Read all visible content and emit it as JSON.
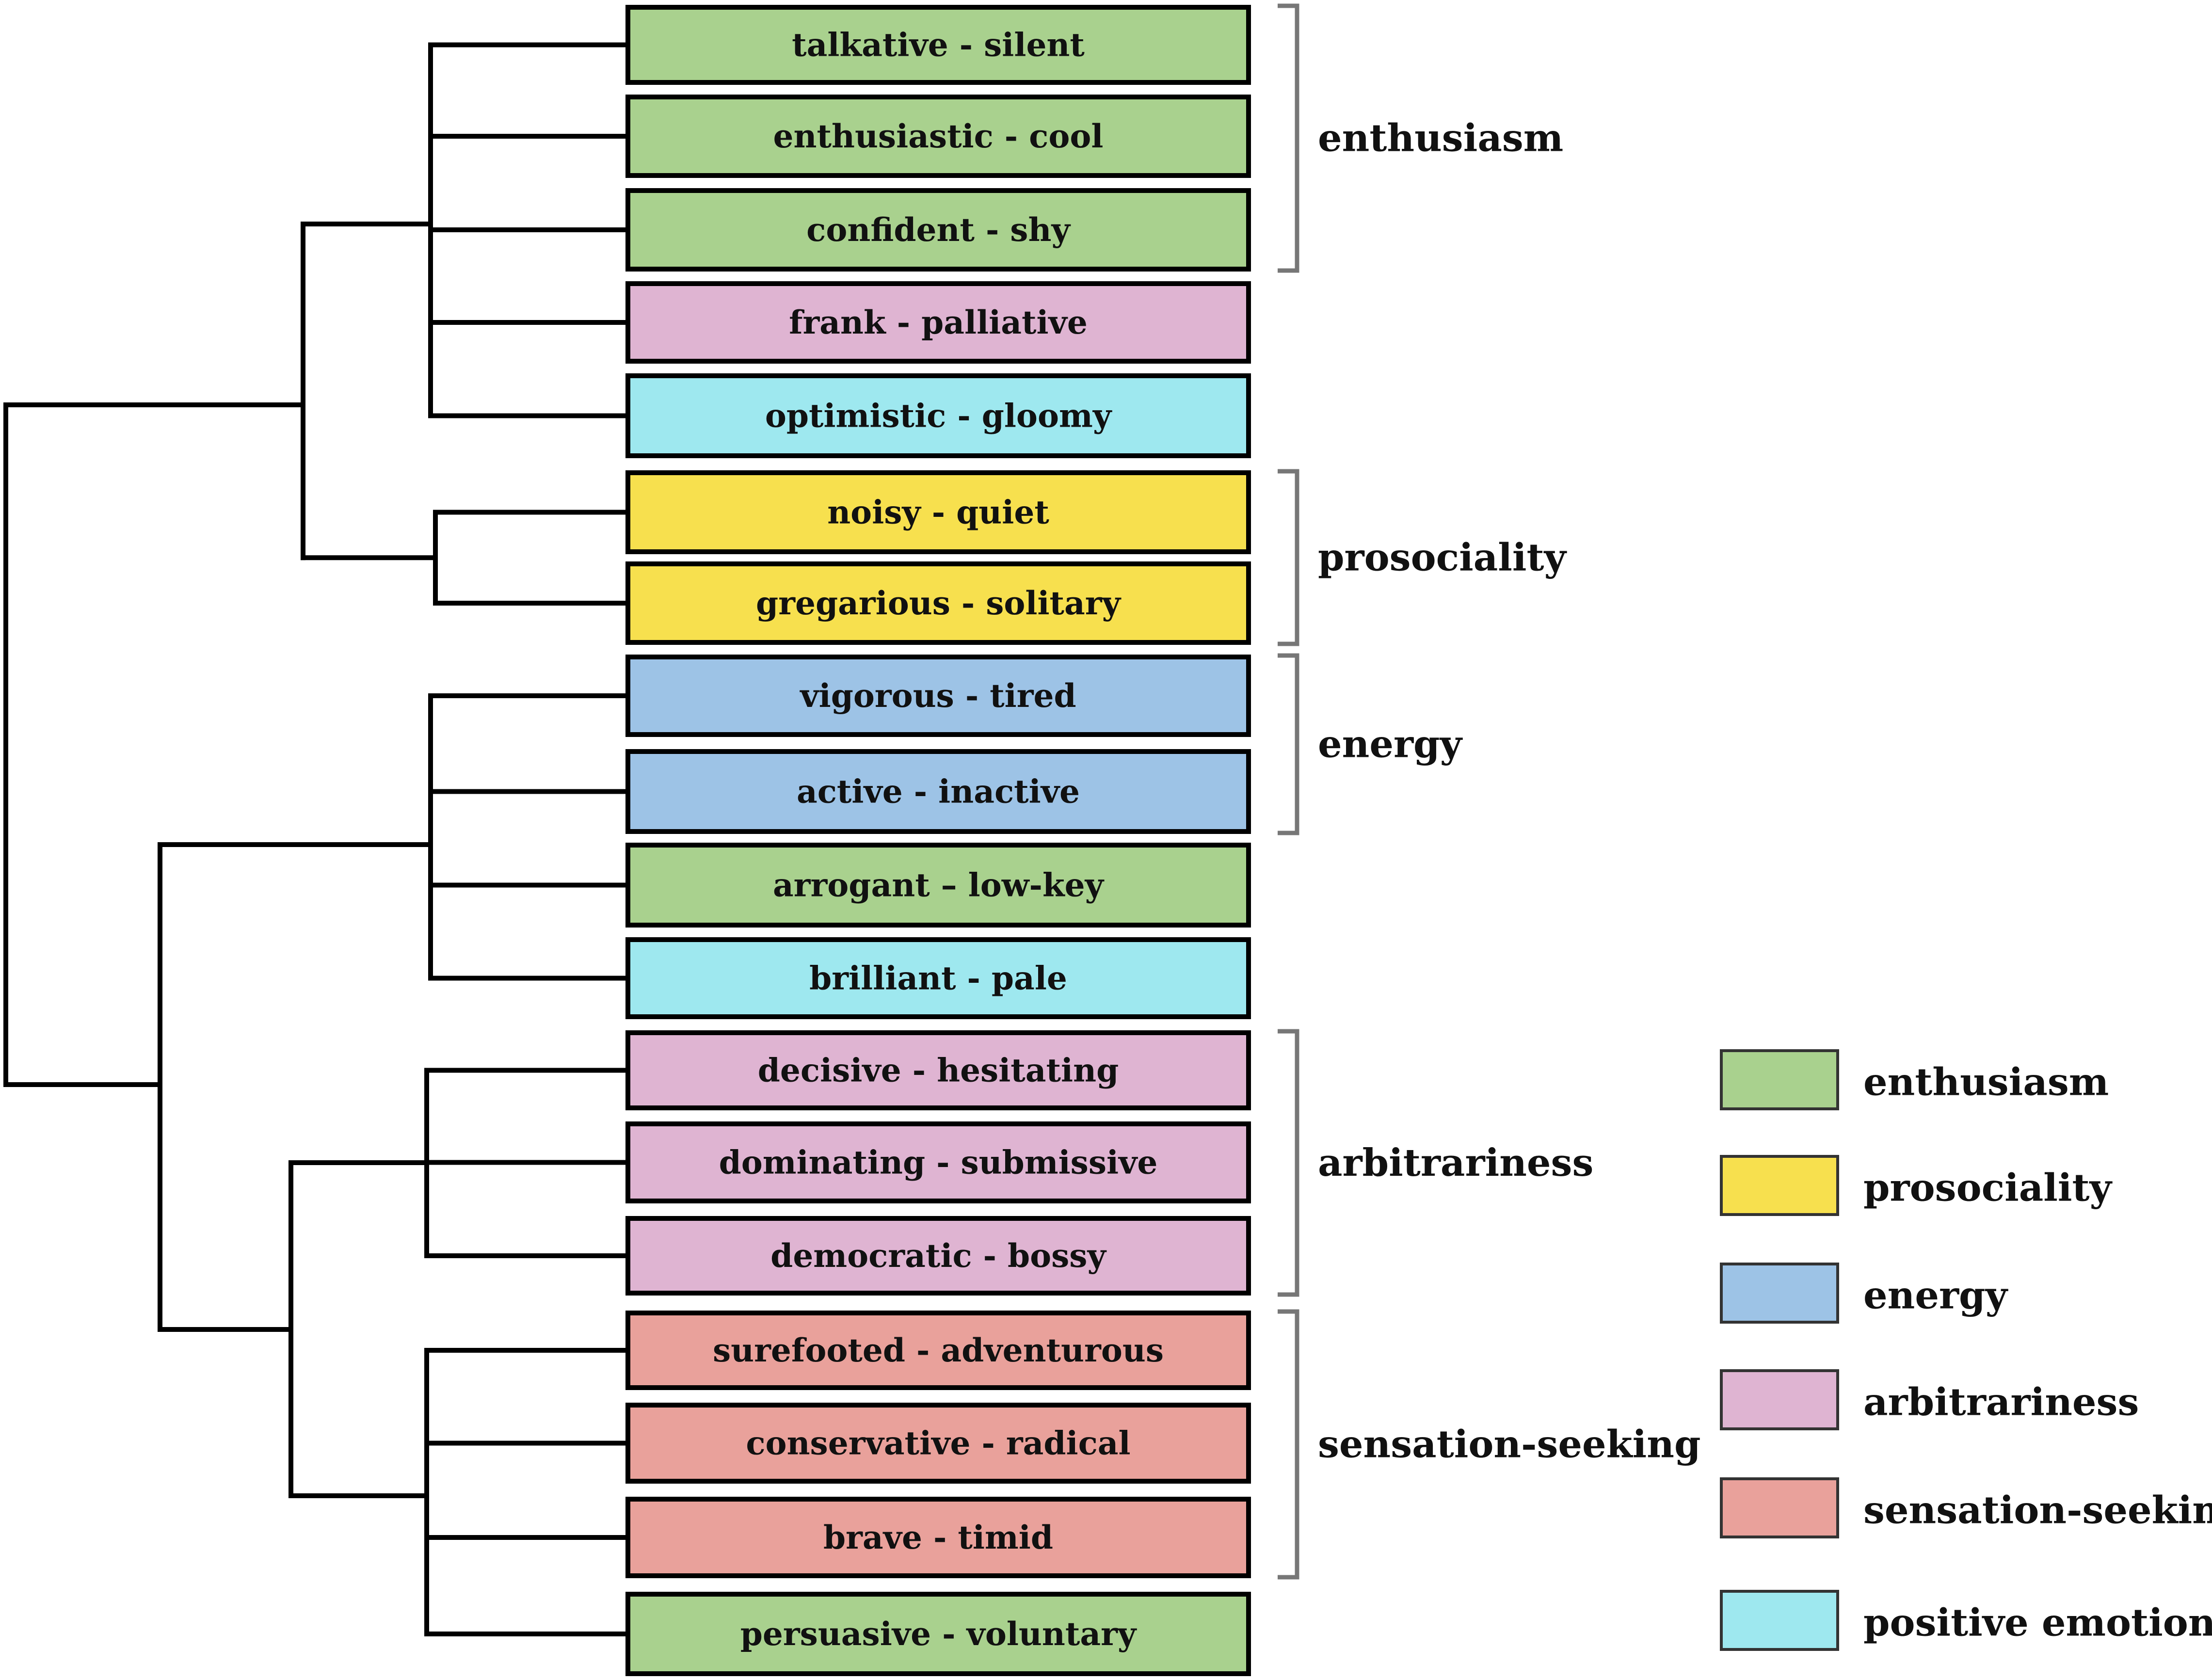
{
  "colors": {
    "enthusiasm": "#a9d18e",
    "prosociality": "#f7e04e",
    "energy": "#9dc3e6",
    "arbitrariness": "#dfb4d2",
    "sensation-seeking": "#e9a19b",
    "positive emotion": "#9ee8ef"
  },
  "items": [
    {
      "label": "talkative - silent",
      "category": "enthusiasm"
    },
    {
      "label": "enthusiastic - cool",
      "category": "enthusiasm"
    },
    {
      "label": "confident - shy",
      "category": "enthusiasm"
    },
    {
      "label": "frank - palliative",
      "category": "arbitrariness"
    },
    {
      "label": "optimistic - gloomy",
      "category": "positive emotion"
    },
    {
      "label": "noisy - quiet",
      "category": "prosociality"
    },
    {
      "label": "gregarious - solitary",
      "category": "prosociality"
    },
    {
      "label": "vigorous - tired",
      "category": "energy"
    },
    {
      "label": "active - inactive",
      "category": "energy"
    },
    {
      "label": "arrogant – low-key",
      "category": "enthusiasm"
    },
    {
      "label": "brilliant - pale",
      "category": "positive emotion"
    },
    {
      "label": "decisive - hesitating",
      "category": "arbitrariness"
    },
    {
      "label": "dominating - submissive",
      "category": "arbitrariness"
    },
    {
      "label": "democratic - bossy",
      "category": "arbitrariness"
    },
    {
      "label": "surefooted - adventurous",
      "category": "sensation-seeking"
    },
    {
      "label": "conservative - radical",
      "category": "sensation-seeking"
    },
    {
      "label": "brave - timid",
      "category": "sensation-seeking"
    },
    {
      "label": "persuasive - voluntary",
      "category": "enthusiasm"
    }
  ],
  "groups": [
    {
      "label": "enthusiasm",
      "first": 0,
      "last": 2
    },
    {
      "label": "prosociality",
      "first": 5,
      "last": 6
    },
    {
      "label": "energy",
      "first": 7,
      "last": 8
    },
    {
      "label": "arbitrariness",
      "first": 11,
      "last": 13
    },
    {
      "label": "sensation-seeking",
      "first": 14,
      "last": 16
    }
  ],
  "dendrogram": {
    "clusters": [
      [
        0,
        1,
        2,
        3,
        4
      ],
      [
        5,
        6
      ],
      [
        7,
        8,
        9,
        10
      ],
      [
        11,
        12,
        13
      ],
      [
        14,
        15,
        16,
        17
      ]
    ]
  },
  "legend": [
    {
      "label": "enthusiasm",
      "category": "enthusiasm"
    },
    {
      "label": "prosociality",
      "category": "prosociality"
    },
    {
      "label": "energy",
      "category": "energy"
    },
    {
      "label": "arbitrariness",
      "category": "arbitrariness"
    },
    {
      "label": "sensation-seeking",
      "category": "sensation-seeking"
    },
    {
      "label": "positive emotion",
      "category": "positive emotion"
    }
  ]
}
